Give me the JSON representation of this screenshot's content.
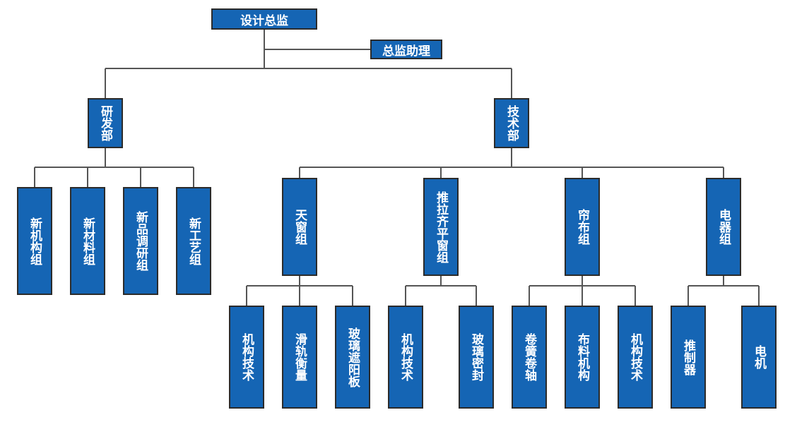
{
  "colors": {
    "box_fill": "#1565b4",
    "box_border": "#2b2b2b",
    "line": "#555555",
    "text": "#ffffff"
  },
  "nodes": {
    "director": "设计总监",
    "assistant": "总监助理",
    "rd": "研发部",
    "tech": "技术部",
    "rd_children": [
      "新机构组",
      "新材料组",
      "新品调研组",
      "新工艺组"
    ],
    "tech_groups": [
      "天窗组",
      "推拉齐平窗组",
      "帘布组",
      "电器组"
    ],
    "skylight_children": [
      "机构技术",
      "滑轨衡量",
      "玻璃遮阳板"
    ],
    "sliding_children": [
      "机构技术",
      "玻璃密封"
    ],
    "curtain_children": [
      "卷簧卷轴",
      "布料机构",
      "机构技术"
    ],
    "electric_children": [
      "推制器",
      "电机"
    ]
  }
}
